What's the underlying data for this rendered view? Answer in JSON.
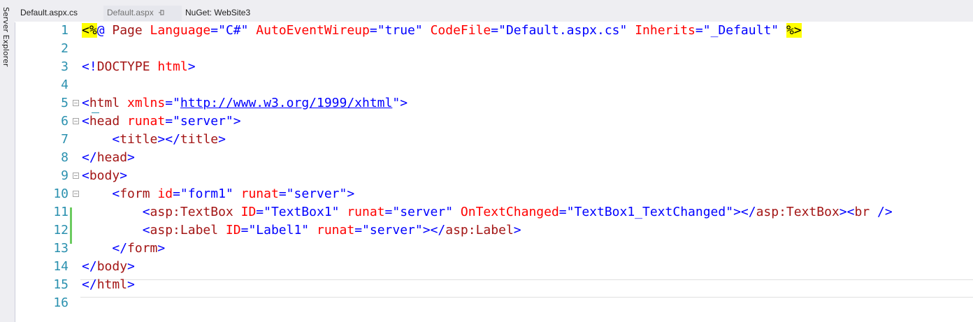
{
  "side_panel": {
    "label": "Server Explorer"
  },
  "tabs": [
    {
      "label": "Default.aspx.cs"
    },
    {
      "label": "Default.aspx"
    },
    {
      "label": "NuGet: WebSite3"
    }
  ],
  "editor": {
    "line_numbers": [
      "1",
      "2",
      "3",
      "4",
      "5",
      "6",
      "7",
      "8",
      "9",
      "10",
      "11",
      "12",
      "13",
      "14",
      "15",
      "16"
    ],
    "lines": {
      "l1": {
        "open": "<%",
        "at": "@",
        "page": " Page",
        "lang_attr": " Language",
        "lang_eq": "=",
        "lang_val": "\"C#\"",
        "aew_attr": " AutoEventWireup",
        "aew_eq": "=",
        "aew_val": "\"true\"",
        "cf_attr": " CodeFile",
        "cf_eq": "=",
        "cf_val": "\"Default.aspx.cs\"",
        "inh_attr": " Inherits",
        "inh_eq": "=",
        "inh_val": "\"_Default\"",
        "sp": " ",
        "close": "%>"
      },
      "l3": {
        "open": "<!",
        "doctype": "DOCTYPE",
        "html": " html",
        "close": ">"
      },
      "l5": {
        "open": "<",
        "tag": "html",
        "attr": " xmlns",
        "eq": "=",
        "q1": "\"",
        "url": "http://www.w3.org/1999/xhtml",
        "q2": "\"",
        "close": ">"
      },
      "l6": {
        "open": "<",
        "tag": "head",
        "attr": " runat",
        "eq": "=",
        "val": "\"server\"",
        "close": ">"
      },
      "l7": {
        "indent": "    ",
        "open": "<",
        "tag": "title",
        "mid": "></",
        "tag2": "title",
        "close": ">"
      },
      "l8": {
        "open": "</",
        "tag": "head",
        "close": ">"
      },
      "l9": {
        "open": "<",
        "tag": "body",
        "close": ">"
      },
      "l10": {
        "indent": "    ",
        "open": "<",
        "tag": "form",
        "a1": " id",
        "e1": "=",
        "v1": "\"form1\"",
        "a2": " runat",
        "e2": "=",
        "v2": "\"server\"",
        "close": ">"
      },
      "l11": {
        "indent": "        ",
        "open": "<",
        "tag": "asp:TextBox",
        "a1": " ID",
        "e1": "=",
        "v1": "\"TextBox1\"",
        "a2": " runat",
        "e2": "=",
        "v2": "\"server\"",
        "a3": " OnTextChanged",
        "e3": "=",
        "v3": "\"TextBox1_TextChanged\"",
        "mid": "></",
        "tag2": "asp:TextBox",
        "mid2": "><",
        "tag3": "br",
        "close": " />"
      },
      "l12": {
        "indent": "        ",
        "open": "<",
        "tag": "asp:Label",
        "a1": " ID",
        "e1": "=",
        "v1": "\"Label1\"",
        "a2": " runat",
        "e2": "=",
        "v2": "\"server\"",
        "mid": "></",
        "tag2": "asp:Label",
        "close": ">"
      },
      "l13": {
        "indent": "    ",
        "open": "</",
        "tag": "form",
        "close": ">"
      },
      "l14": {
        "open": "</",
        "tag": "body",
        "close": ">"
      },
      "l15": {
        "open": "</",
        "tag": "html",
        "close": ">"
      }
    }
  },
  "colors": {
    "line_number": "#2b91af",
    "tag_bracket": "#0000ff",
    "tag_name": "#a31515",
    "attribute": "#ff0000",
    "directive_highlight": "#ffff00",
    "change_marker": "#6ccb60"
  }
}
